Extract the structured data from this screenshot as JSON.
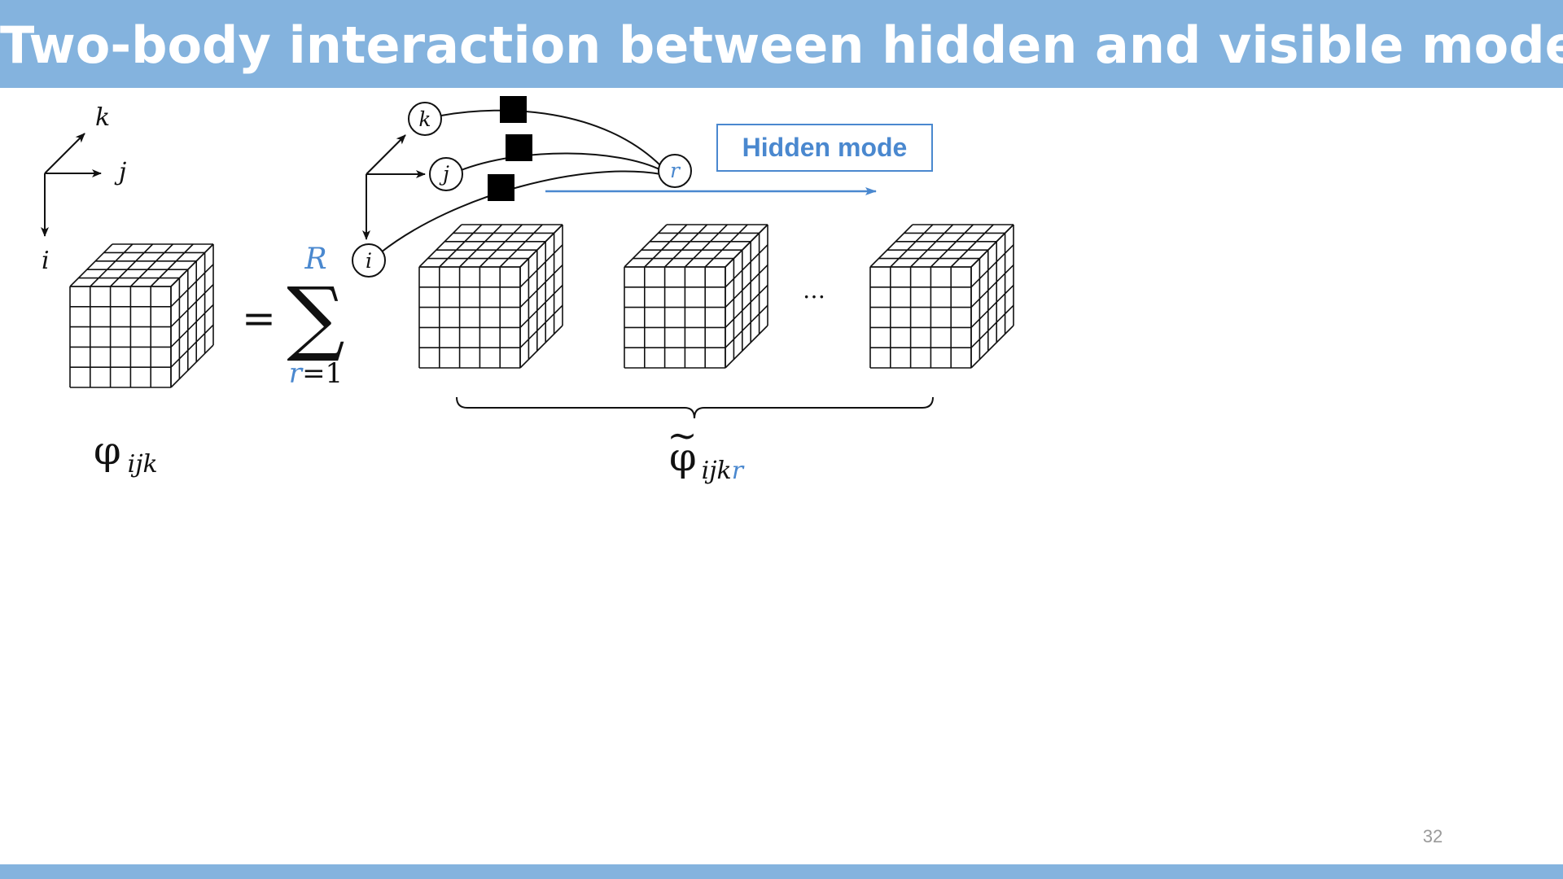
{
  "slide": {
    "title": "Two-body interaction between hidden and visible modes",
    "page_number": "32"
  },
  "diagram": {
    "axes": {
      "k": "k",
      "j": "j",
      "i": "i"
    },
    "network_nodes": {
      "k": "k",
      "j": "j",
      "i": "i",
      "r": "r"
    },
    "hidden_mode_label": "Hidden mode",
    "equals": "=",
    "sum": {
      "symbol": "∑",
      "upper": "R",
      "lower_var": "r",
      "lower_rest": "=1"
    },
    "ellipsis": "…",
    "left_tensor": {
      "symbol": "φ",
      "subscript": "ijk"
    },
    "right_tensor": {
      "tilde": "~",
      "symbol": "φ",
      "subscript": "ijk",
      "subscript_hidden": "r"
    },
    "colors": {
      "accent": "#84b3de",
      "hidden": "#4a88cf",
      "line": "#111111"
    }
  }
}
